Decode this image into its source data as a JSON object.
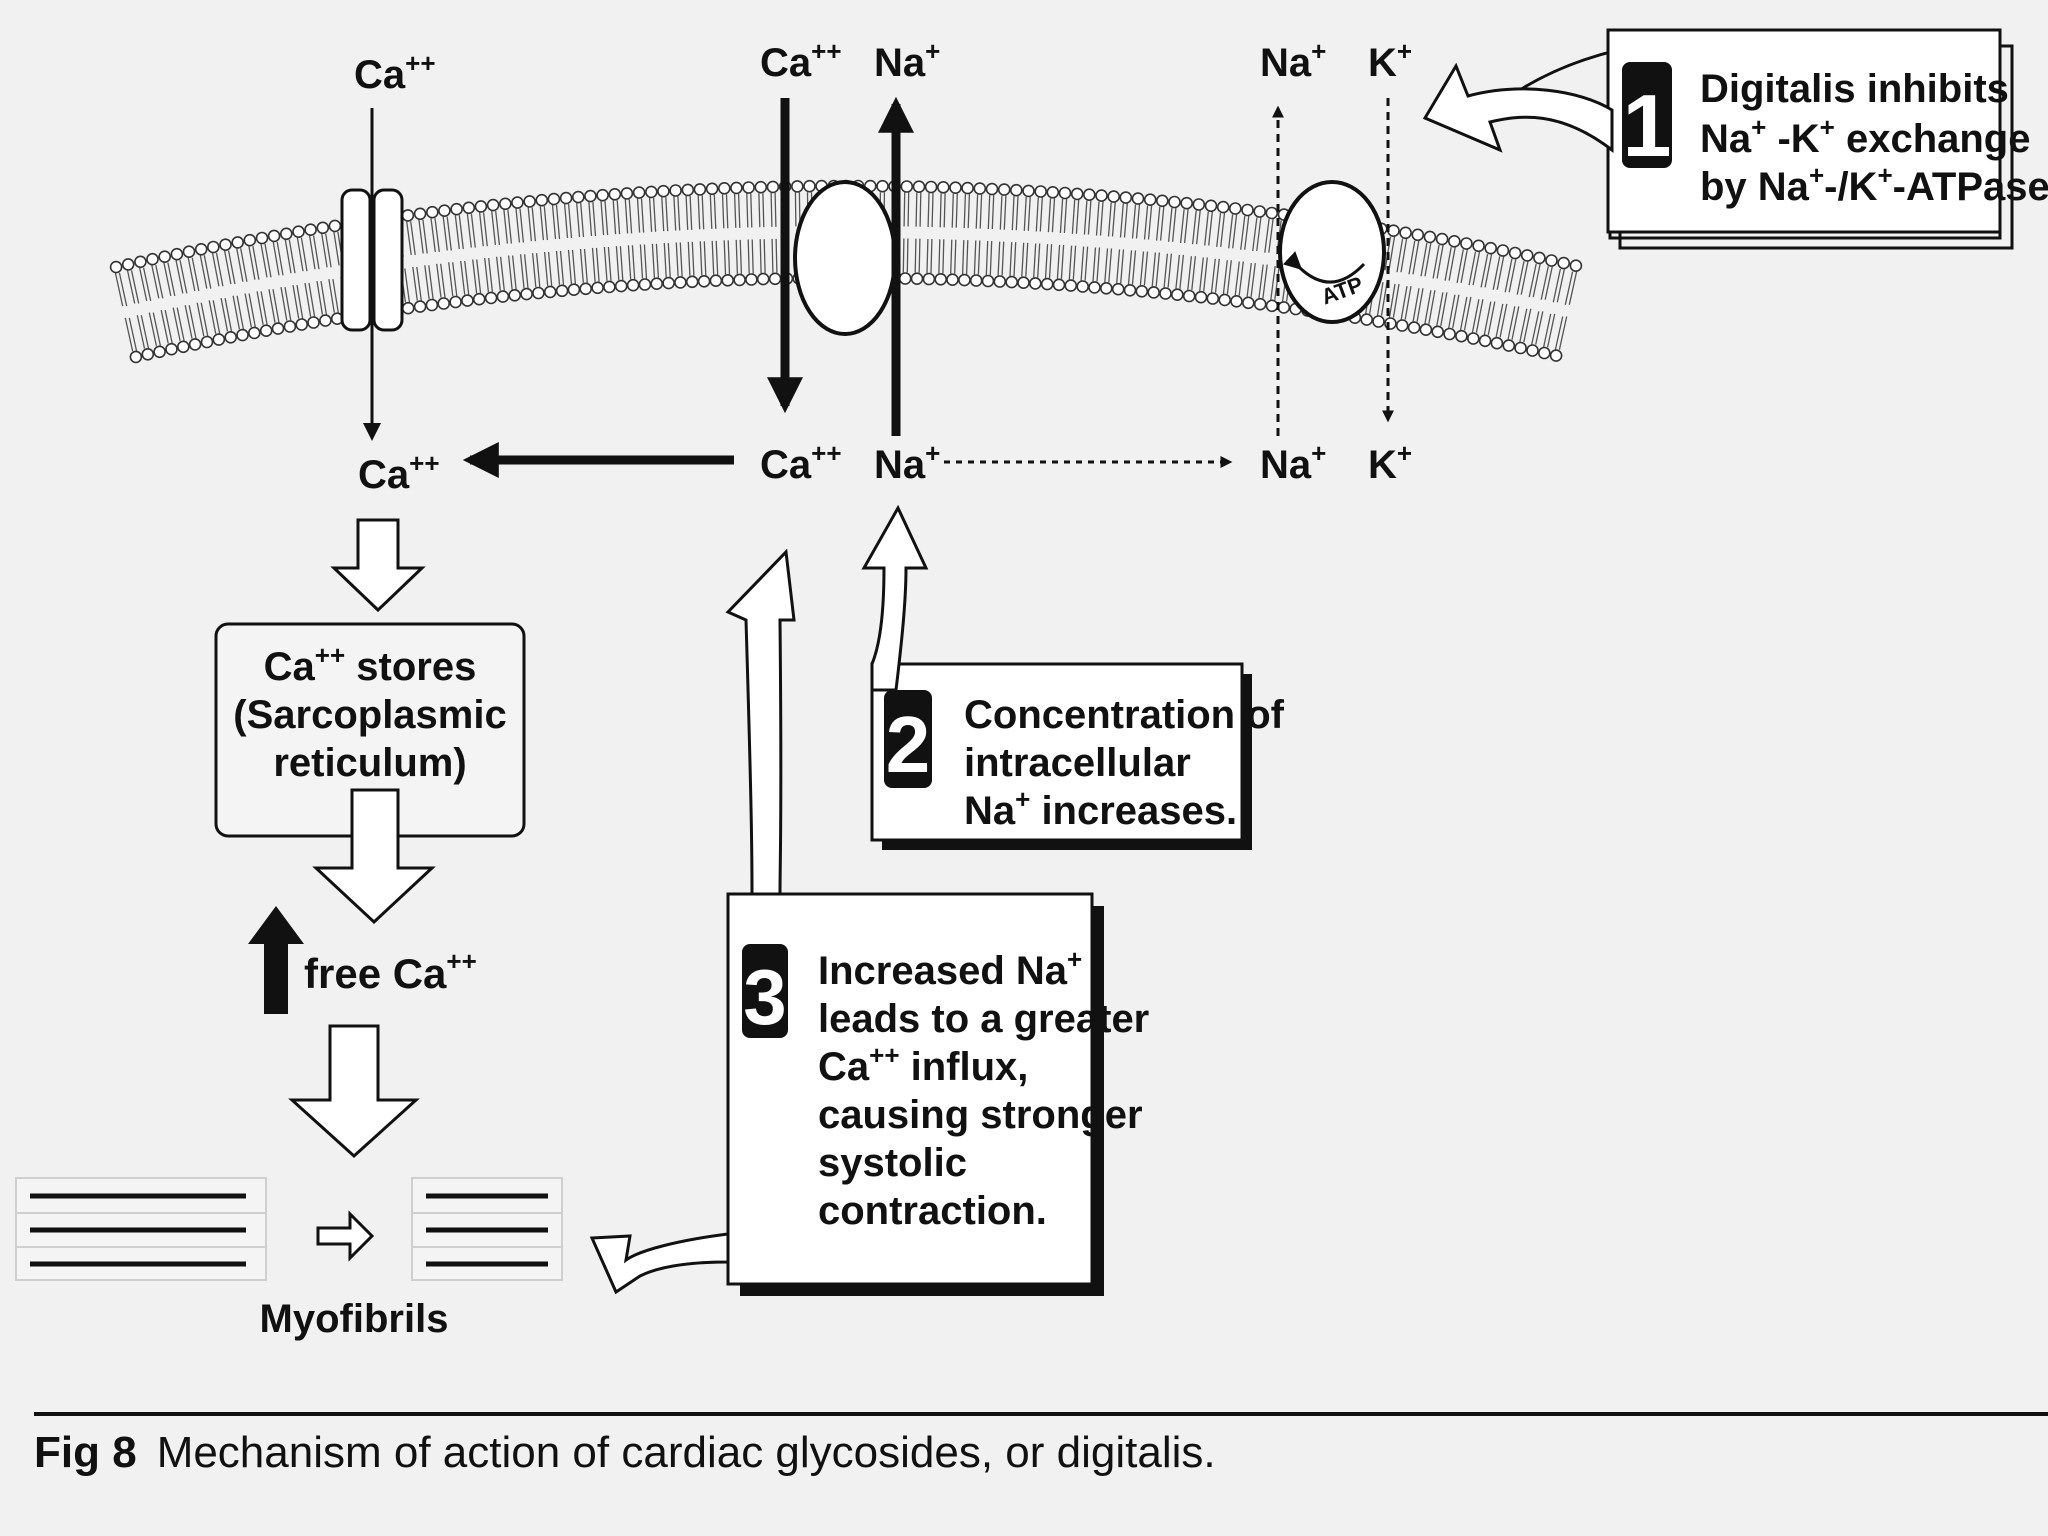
{
  "labels": {
    "ca_top_left": "Ca",
    "ca_top_mid": "Ca",
    "na_top_mid": "Na",
    "na_top_right": "Na",
    "k_top_right": "K",
    "ca_bottom_left": "Ca",
    "ca_bottom_mid": "Ca",
    "na_bottom_mid": "Na",
    "na_bottom_right": "Na",
    "k_bottom_right": "K",
    "plus_plus": "++",
    "plus": "+",
    "atp": "ATP"
  },
  "stores_box": {
    "line1_ca": "Ca",
    "line1_sup": "++",
    "line1_rest": " stores",
    "line2": "(Sarcoplasmic",
    "line3": "reticulum)"
  },
  "free_ca": {
    "text": "free Ca",
    "sup": "++"
  },
  "myofibrils_label": "Myofibrils",
  "steps": [
    {
      "number": "1",
      "line1": "Digitalis inhibits",
      "line2_a": "Na",
      "line2_b": " -K",
      "line2_c": " exchange",
      "line3_a": "by Na",
      "line3_b": "-/K",
      "line3_c": "-ATPase."
    },
    {
      "number": "2",
      "line1": "Concentration of",
      "line2": "intracellular",
      "line3_a": "Na",
      "line3_b": " increases."
    },
    {
      "number": "3",
      "line1_a": "Increased Na",
      "line2": "leads to a greater",
      "line3_a": "Ca",
      "line3_b": " influx,",
      "line4": "causing stronger",
      "line5": "systolic",
      "line6": "contraction."
    }
  ],
  "caption": {
    "fig": "Fig 8",
    "text": "Mechanism of action of cardiac glycosides, or digitalis."
  }
}
